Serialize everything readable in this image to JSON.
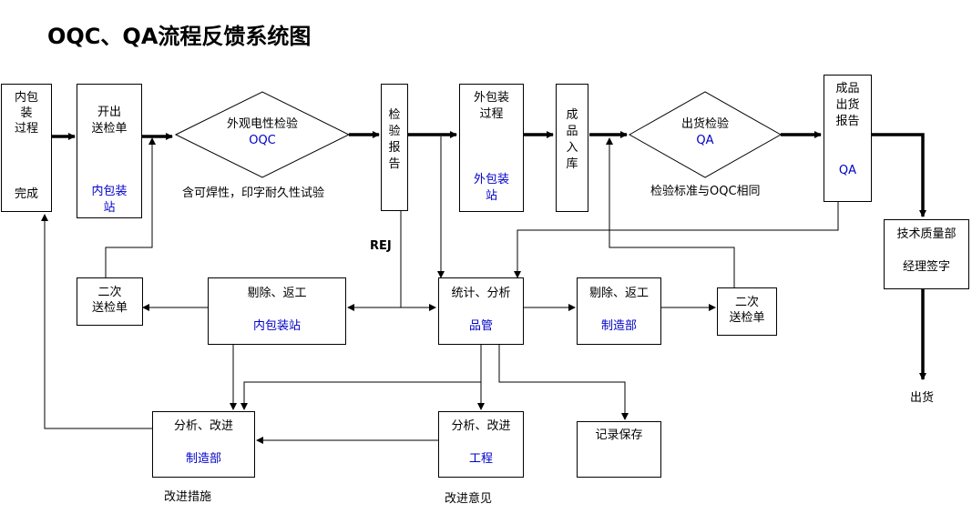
{
  "title": "OQC、QA流程反馈系统图",
  "nodes": {
    "inner_pack": {
      "line1": "内包",
      "line2": "装",
      "line3": "过程",
      "footer": "完成"
    },
    "issue_slip": {
      "line1": "开出",
      "line2": "送检单",
      "dept_line1": "内包装",
      "dept_line2": "站"
    },
    "oqc_check": {
      "label": "外观电性检验",
      "sub": "OQC",
      "note": "含可焊性，印字耐久性试验"
    },
    "test_report": {
      "chars": [
        "检",
        "验",
        "报",
        "告"
      ]
    },
    "outer_pack": {
      "line1": "外包装",
      "line2": "过程",
      "dept_line1": "外包装",
      "dept_line2": "站"
    },
    "warehouse": {
      "chars": [
        "成",
        "品",
        "入",
        "库"
      ]
    },
    "ship_check": {
      "label": "出货检验",
      "sub": "QA",
      "note": "检验标准与OQC相同"
    },
    "fg_report": {
      "line1": "成品",
      "line2": "出货",
      "line3": "报告",
      "sub": "QA"
    },
    "tech_qa": {
      "line1": "技术质量部",
      "line2": "经理签字"
    },
    "ship_out": {
      "label": "出货"
    },
    "rej": {
      "label": "REJ"
    },
    "resubmit_left": {
      "line1": "二次",
      "line2": "送检单"
    },
    "rework_inner": {
      "label": "剔除、返工",
      "dept": "内包装站"
    },
    "stats_qc": {
      "label": "统计、分析",
      "dept": "品管"
    },
    "rework_mfg": {
      "label": "剔除、返工",
      "dept": "制造部"
    },
    "resubmit_right": {
      "line1": "二次",
      "line2": "送检单"
    },
    "improve_mfg": {
      "label": "分析、改进",
      "dept": "制造部",
      "caption": "改进措施"
    },
    "improve_eng": {
      "label": "分析、改进",
      "dept": "工程",
      "caption": "改进意见"
    },
    "record": {
      "label": "记录保存"
    }
  },
  "colors": {
    "dept_text": "#0000c8",
    "line": "#000000",
    "box_border": "#000000"
  }
}
